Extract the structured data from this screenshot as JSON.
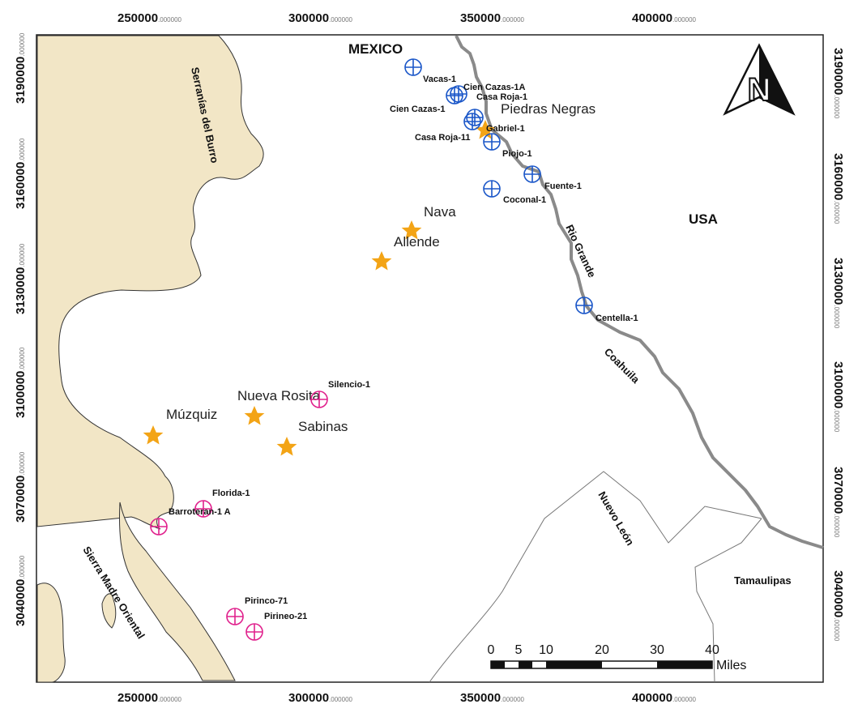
{
  "map": {
    "colors": {
      "land": "#f2e6c6",
      "river": "#8a8a8a",
      "border": "#777777",
      "well_blue": "#1a56c8",
      "well_magenta": "#e0208c",
      "city_star": "#f3a416"
    },
    "axes": {
      "x_ticks": [
        {
          "main": "250000",
          "frac": ".000000"
        },
        {
          "main": "300000",
          "frac": ".000000"
        },
        {
          "main": "350000",
          "frac": ".000000"
        },
        {
          "main": "400000",
          "frac": ".000000"
        }
      ],
      "y_ticks": [
        {
          "main": "3190000",
          "frac": ".000000"
        },
        {
          "main": "3160000",
          "frac": ".000000"
        },
        {
          "main": "3130000",
          "frac": ".000000"
        },
        {
          "main": "3100000",
          "frac": ".000000"
        },
        {
          "main": "3070000",
          "frac": ".000000"
        },
        {
          "main": "3040000",
          "frac": ".000000"
        }
      ]
    },
    "regions": {
      "mexico": "MEXICO",
      "usa": "USA",
      "coahuila": "Coahuila",
      "nuevo_leon": "Nuevo León",
      "tamaulipas": "Tamaulipas",
      "rio_grande": "Rio Grande",
      "serranias": "Serranías del Burro",
      "sierra_madre": "Sierra Madre Oriental"
    },
    "cities": [
      "Piedras Negras",
      "Nava",
      "Allende",
      "Nueva Rosita",
      "Múzquiz",
      "Sabinas"
    ],
    "wells_blue": [
      "Vacas-1",
      "Cien Cazas-1A",
      "Casa Roja-1",
      "Cien Cazas-1",
      "Casa Roja-11",
      "Gabriel-1",
      "Piojo-1",
      "Fuente-1",
      "Coconal-1",
      "Centella-1"
    ],
    "wells_magenta": [
      "Silencio-1",
      "Florida-1",
      "Barroteran-1 A",
      "Pirinco-71",
      "Pirineo-21"
    ],
    "north_arrow": {
      "label": "N"
    },
    "scale": {
      "ticks": [
        "0",
        "5",
        "10",
        "20",
        "30",
        "40"
      ],
      "unit": "Miles"
    }
  }
}
